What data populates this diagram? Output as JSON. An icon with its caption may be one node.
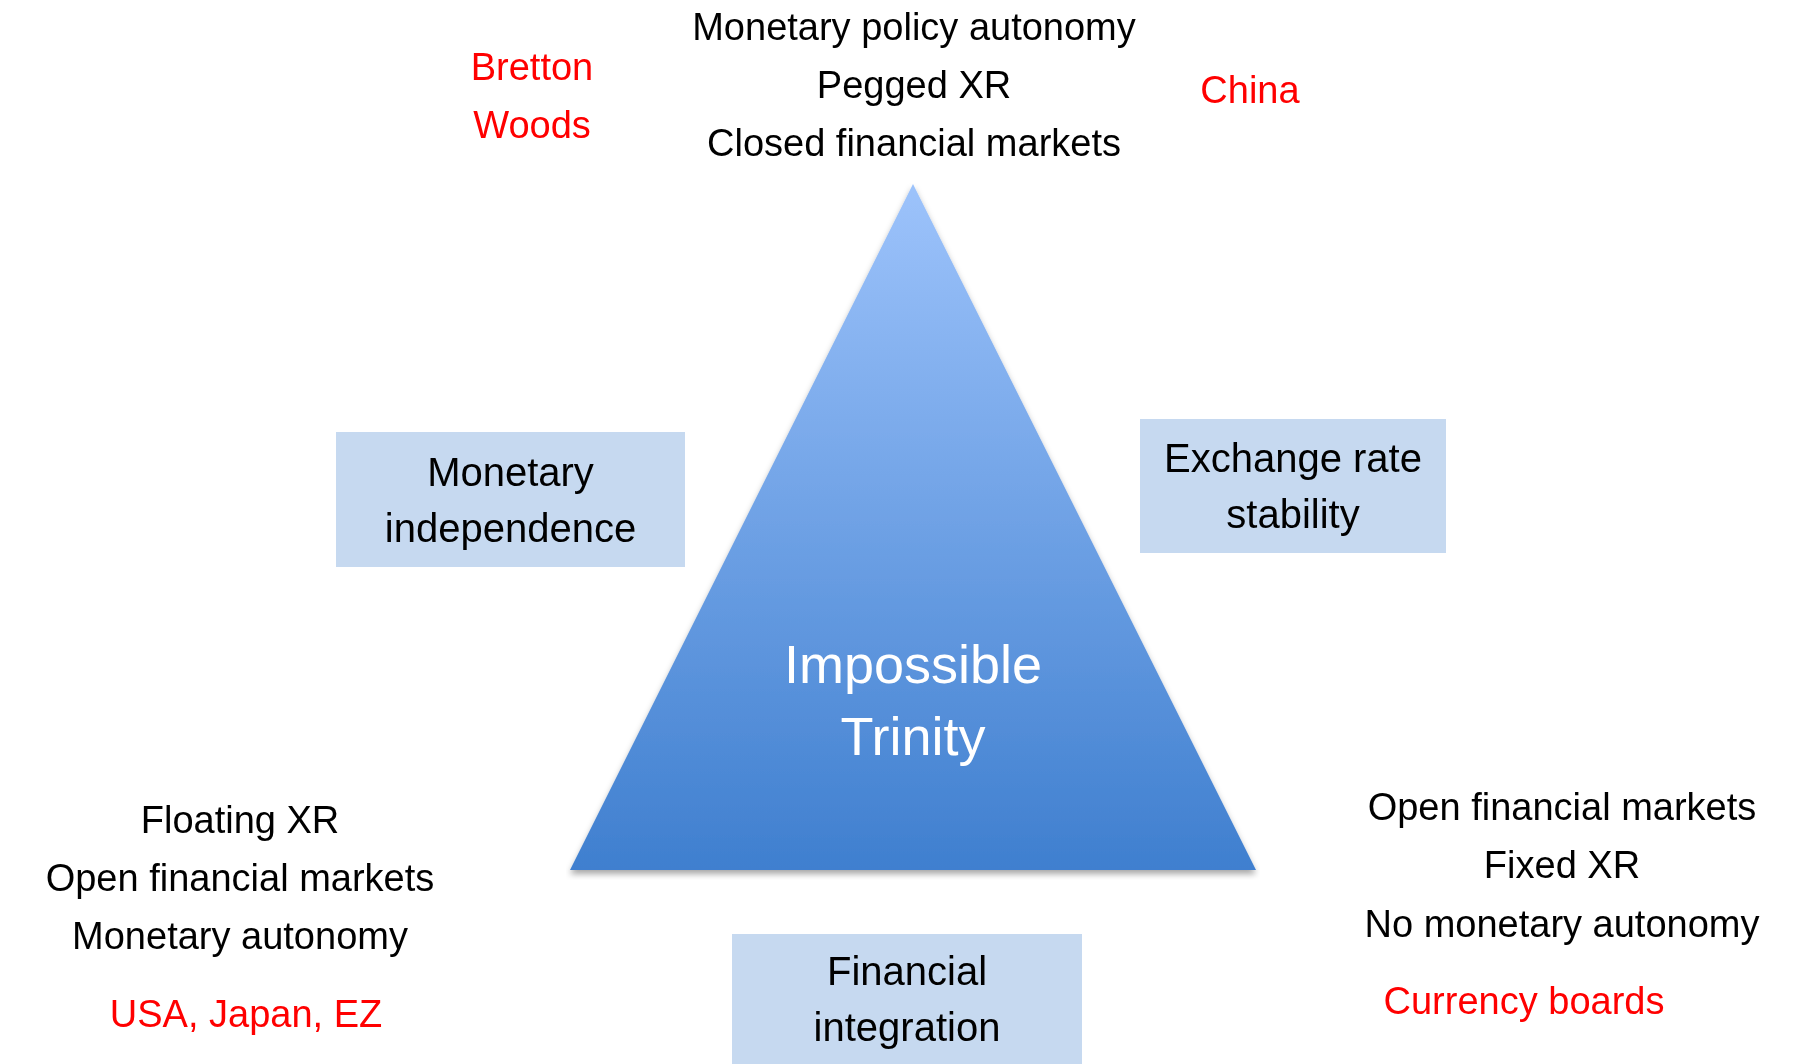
{
  "diagram": {
    "nodes": [
      {
        "text": [
          "Impossible Trinity"
        ]
      },
      {
        "text": [
          "Monetary independence"
        ]
      },
      {
        "text": [
          "Exchange rate stability"
        ]
      },
      {
        "text": [
          "Financial integration"
        ]
      }
    ],
    "labels": [
      "Monetary policy autonomy",
      "Bretton Woods",
      "China",
      "Pegged XR",
      "Closed financial markets",
      "Open financial markets",
      "Floating XR",
      "Fixed XR",
      "Open financial markets",
      "Monetary autonomy",
      "No monetary autonomy",
      "Currency boards",
      "USA, Japan, EZ"
    ]
  }
}
